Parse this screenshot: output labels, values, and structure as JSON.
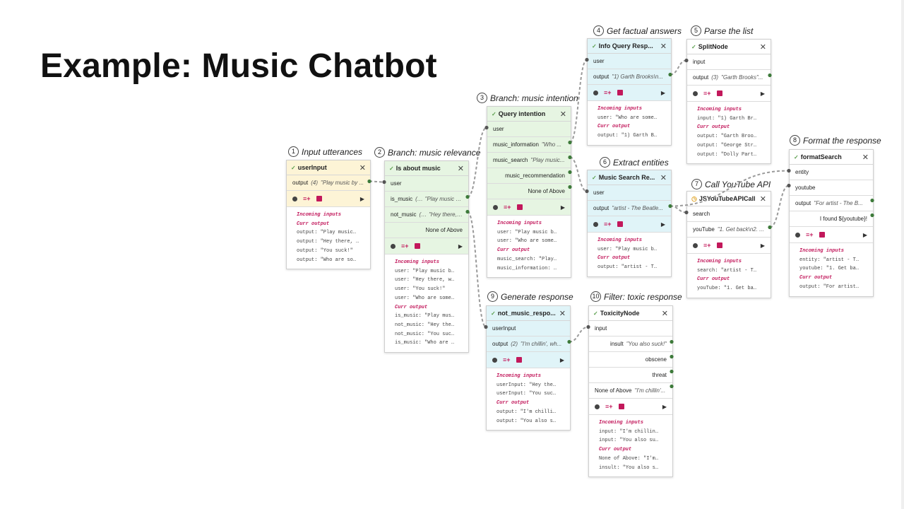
{
  "slide": {
    "title": "Example: Music Chatbot"
  },
  "labels": {
    "incoming": "Incoming inputs",
    "curr": "Curr output"
  },
  "steps": [
    {
      "num": "1",
      "text": "Input utterances"
    },
    {
      "num": "2",
      "text": "Branch: music relevance"
    },
    {
      "num": "3",
      "text": "Branch: music intention"
    },
    {
      "num": "4",
      "text": "Get factual answers"
    },
    {
      "num": "5",
      "text": "Parse the list"
    },
    {
      "num": "6",
      "text": "Extract entities"
    },
    {
      "num": "7",
      "text": "Call YouTube API"
    },
    {
      "num": "8",
      "text": "Format the response"
    },
    {
      "num": "9",
      "text": "Generate response"
    },
    {
      "num": "10",
      "text": "Filter: toxic response"
    }
  ],
  "nodes": {
    "userInput": {
      "title": "userInput",
      "ports": [
        {
          "name": "output",
          "count": "(4)",
          "value": "\"Play music by ..."
        }
      ],
      "incoming": [],
      "output": [
        "output: \"Play music…",
        "output: \"Hey there, …",
        "output: \"You suck!\"",
        "output: \"Who are so…"
      ]
    },
    "isMusic": {
      "title": "Is about music",
      "ports": [
        {
          "name": "user",
          "value": ""
        },
        {
          "name": "is_music",
          "count": "(2)",
          "value": "\"Play music b..."
        },
        {
          "name": "not_music",
          "count": "(2)",
          "value": "\"Hey there, ..."
        },
        {
          "name": "None of Above",
          "value": ""
        }
      ],
      "incoming": [
        "user: \"Play music b…",
        "user: \"Hey there, w…",
        "user: \"You suck!\"",
        "user: \"Who are some…"
      ],
      "output": [
        "is_music: \"Play mus…",
        "not_music: \"Hey the…",
        "not_music: \"You suc…",
        "is_music: \"Who are …"
      ]
    },
    "queryIntention": {
      "title": "Query intention",
      "ports": [
        {
          "name": "user",
          "value": ""
        },
        {
          "name": "music_information",
          "value": "\"Who ..."
        },
        {
          "name": "music_search",
          "value": "\"Play music..."
        },
        {
          "name": "music_recommendation",
          "value": ""
        },
        {
          "name": "None of Above",
          "value": ""
        }
      ],
      "incoming": [
        "user: \"Play music b…",
        "user: \"Who are some…"
      ],
      "output": [
        "music_search: \"Play…",
        "music_information: …"
      ]
    },
    "infoQuery": {
      "title": "Info Query Resp...",
      "ports": [
        {
          "name": "user",
          "value": ""
        },
        {
          "name": "output",
          "value": "\"1) Garth Brooks\\n..."
        }
      ],
      "incoming": [
        "user: \"Who are some…"
      ],
      "output": [
        "output: \"1) Garth B…"
      ]
    },
    "splitNode": {
      "title": "SplitNode",
      "ports": [
        {
          "name": "input",
          "value": ""
        },
        {
          "name": "output",
          "count": "(3)",
          "value": "\"Garth Brooks\"..."
        }
      ],
      "incoming": [
        "input: \"1) Garth Br…"
      ],
      "output": [
        "output: \"Garth Broo…",
        "output: \"George Str…",
        "output: \"Dolly Part…"
      ]
    },
    "musicSearch": {
      "title": "Music Search Re...",
      "ports": [
        {
          "name": "user",
          "value": ""
        },
        {
          "name": "output",
          "value": "\"artist - The Beatle..."
        }
      ],
      "incoming": [
        "user: \"Play music b…"
      ],
      "output": [
        "output: \"artist - T…"
      ]
    },
    "youtube": {
      "title": "JSYouTubeAPICall",
      "ports": [
        {
          "name": "search",
          "value": ""
        },
        {
          "name": "youTube",
          "value": "\"1. Get back\\n2. ..."
        }
      ],
      "incoming": [
        "search: \"artist - T…"
      ],
      "output": [
        "youTube: \"1. Get ba…"
      ]
    },
    "formatSearch": {
      "title": "formatSearch",
      "ports": [
        {
          "name": "entity",
          "value": ""
        },
        {
          "name": "youtube",
          "value": ""
        },
        {
          "name": "output",
          "value": "\"For artist - The B..."
        },
        {
          "name": "I found ${youtube}!",
          "value": ""
        }
      ],
      "incoming": [
        "entity: \"artist - T…",
        "youtube: \"1. Get ba…"
      ],
      "output": [
        "output: \"For artist…"
      ]
    },
    "notMusic": {
      "title": "not_music_respo...",
      "ports": [
        {
          "name": "userInput",
          "value": ""
        },
        {
          "name": "output",
          "count": "(2)",
          "value": "\"I'm chillin', wh..."
        }
      ],
      "incoming": [
        "userInput: \"Hey the…",
        "userInput: \"You suc…"
      ],
      "output": [
        "output: \"I'm chilli…",
        "output: \"You also s…"
      ]
    },
    "toxicity": {
      "title": "ToxicityNode",
      "ports": [
        {
          "name": "input",
          "value": ""
        },
        {
          "name": "insult",
          "value": "\"You also suck!\""
        },
        {
          "name": "obscene",
          "value": ""
        },
        {
          "name": "threat",
          "value": ""
        },
        {
          "name": "None of Above",
          "value": "\"I'm chillin'..."
        }
      ],
      "incoming": [
        "input: \"I'm chillin…",
        "input: \"You also su…"
      ],
      "output": [
        "None of Above: \"I'm…",
        "insult: \"You also s…"
      ]
    }
  }
}
